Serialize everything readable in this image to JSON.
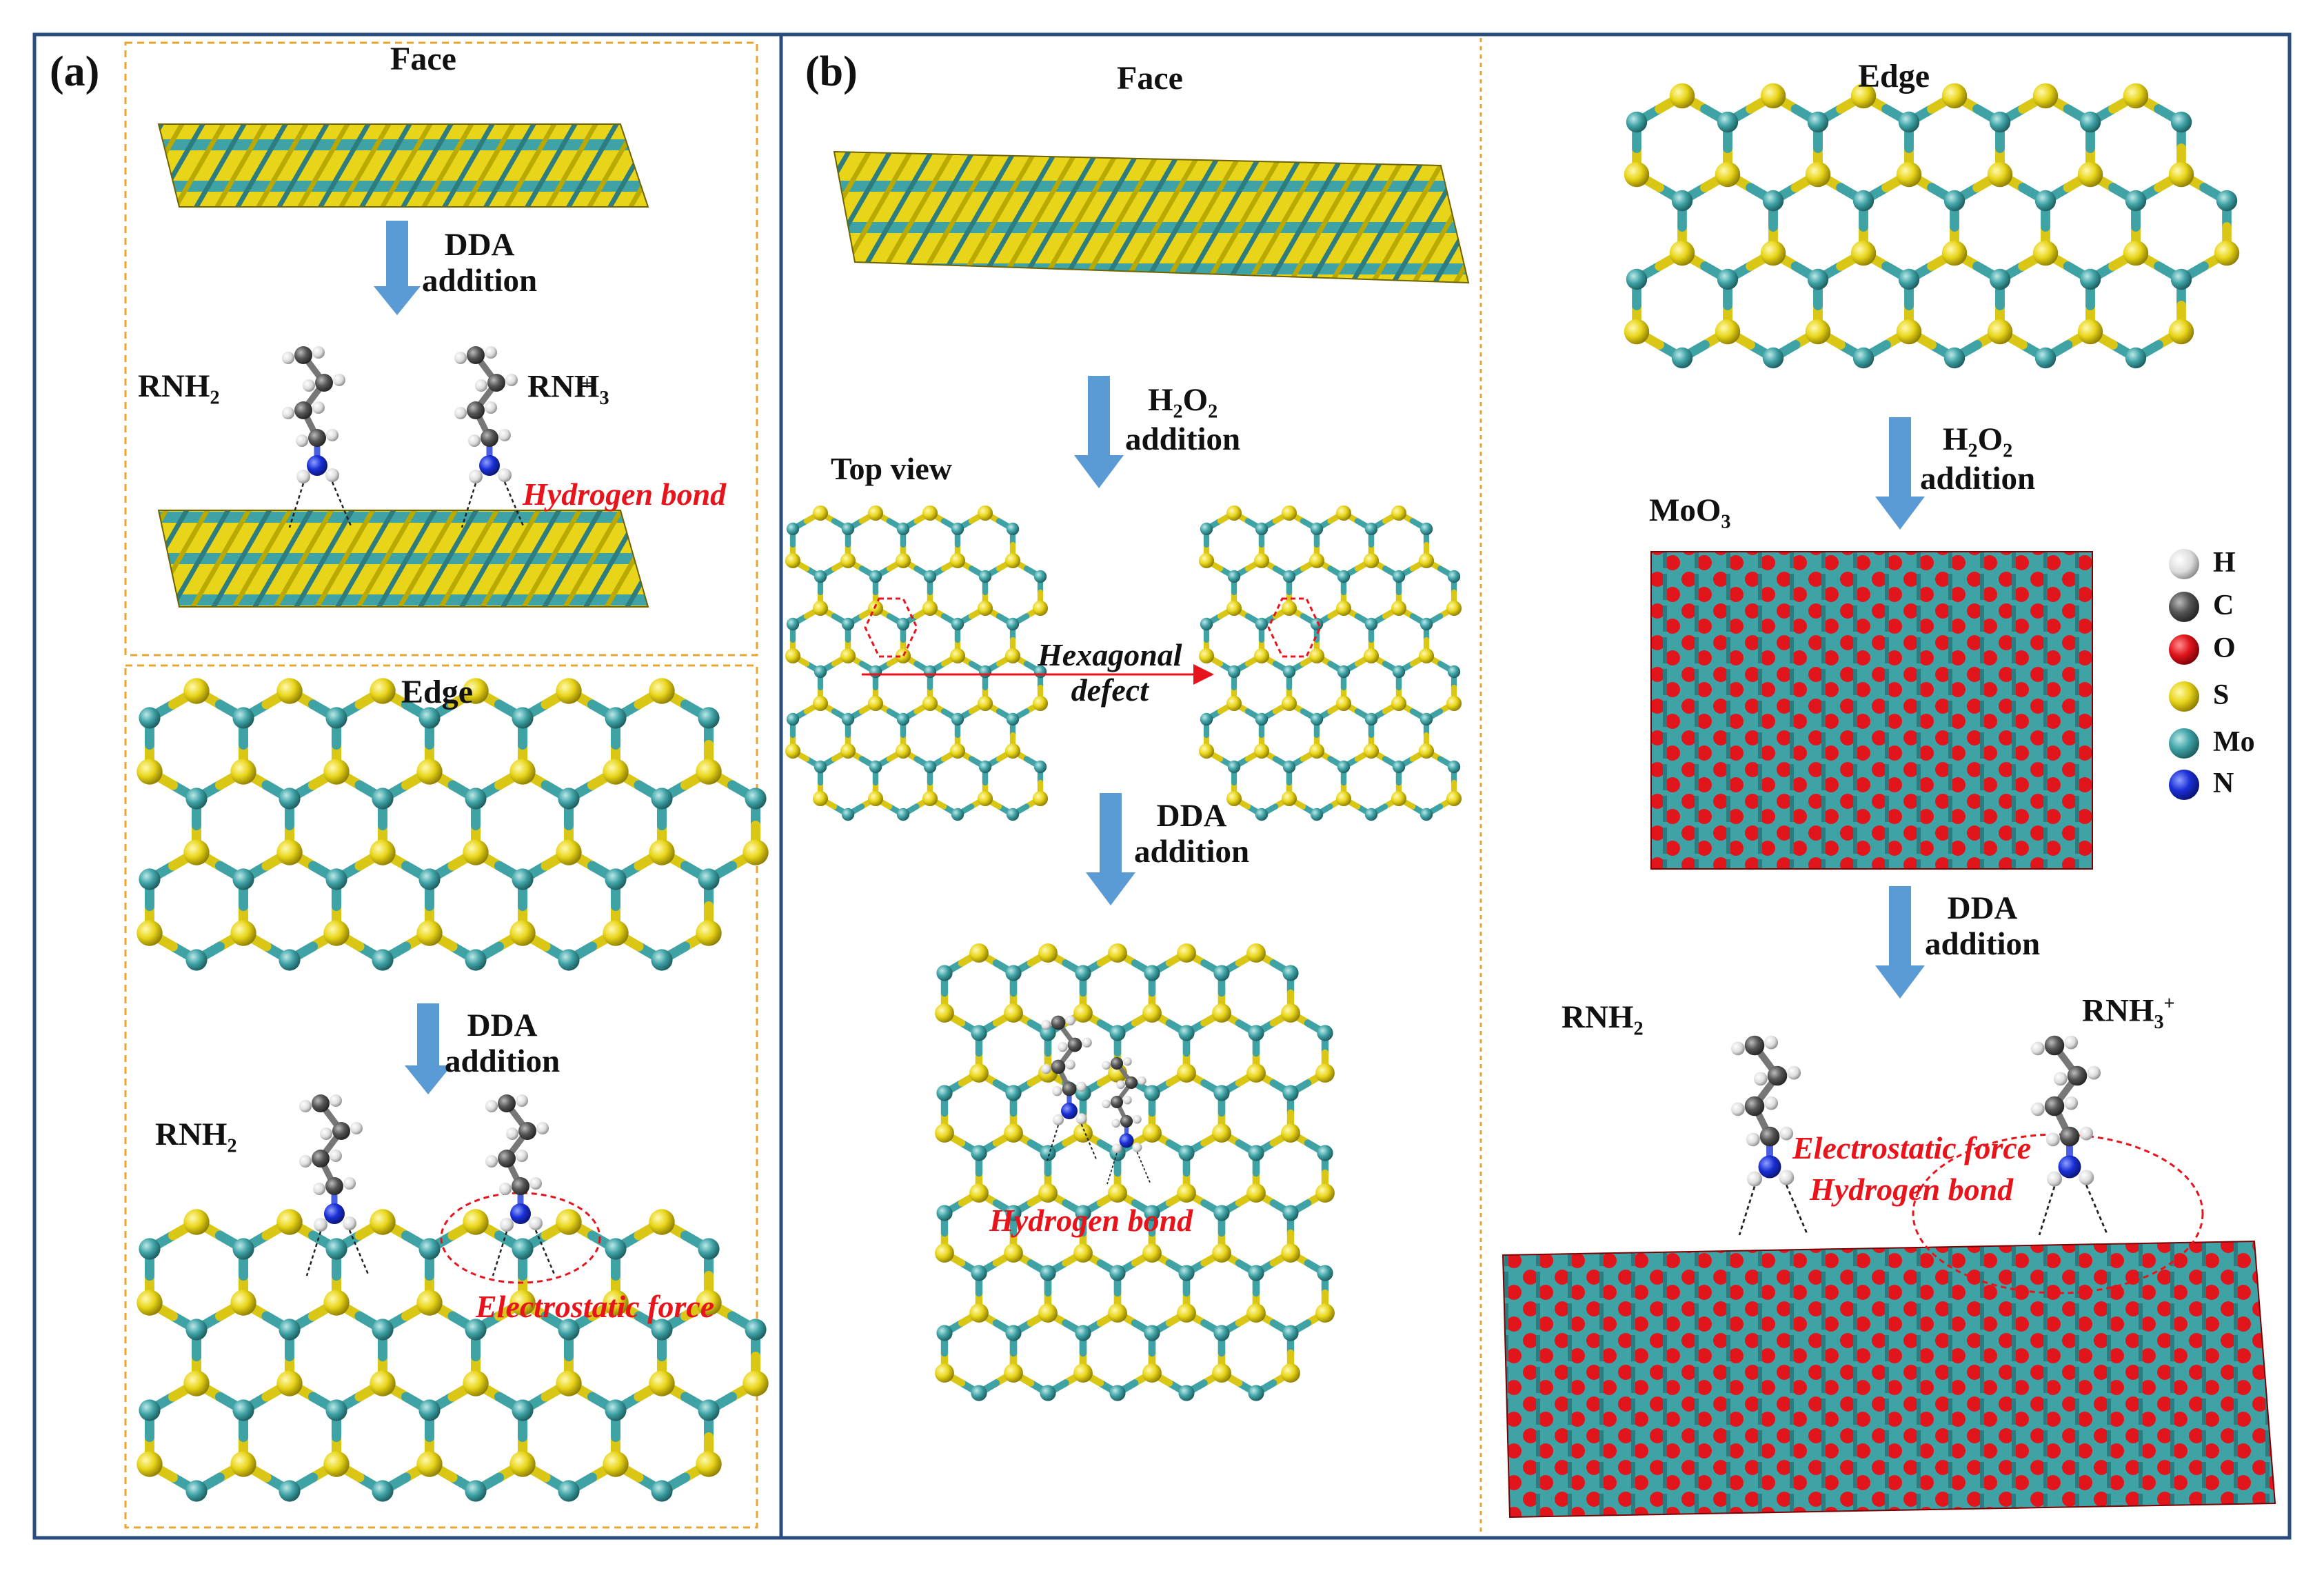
{
  "panels": {
    "a": "(a)",
    "b": "(b)"
  },
  "panel_a": {
    "face_title": "Face",
    "step1": {
      "line1": "DDA",
      "line2": "addition"
    },
    "rnh2": "RNH",
    "rnh3": "RNH",
    "hbond": "Hydrogen bond",
    "edge_title": "Edge",
    "step2": {
      "line1": "DDA",
      "line2": "addition"
    },
    "rnh2_edge": "RNH",
    "electrostatic": "Electrostatic force"
  },
  "panel_b_face": {
    "face_title": "Face",
    "step1": {
      "line1": "H",
      "line2": "addition"
    },
    "top_view": "Top view",
    "hexagonal": "Hexagonal",
    "defect": "defect",
    "step2": {
      "line1": "DDA",
      "line2": "addition"
    },
    "hbond": "Hydrogen bond"
  },
  "panel_b_edge": {
    "edge_title": "Edge",
    "step1": {
      "line1": "H",
      "line2": "addition"
    },
    "moo3": "MoO",
    "step2": {
      "line1": "DDA",
      "line2": "addition"
    },
    "rnh2": "RNH",
    "rnh3": "RNH",
    "electrostatic": "Electrostatic force",
    "hbond": "Hydrogen bond"
  },
  "legend": [
    {
      "symbol": "H",
      "color": "#e6e6e6"
    },
    {
      "symbol": "C",
      "color": "#555555"
    },
    {
      "symbol": "O",
      "color": "#e0161c"
    },
    {
      "symbol": "S",
      "color": "#e8d51a"
    },
    {
      "symbol": "Mo",
      "color": "#3fa3a6"
    },
    {
      "symbol": "N",
      "color": "#1a2fd6"
    }
  ],
  "colors": {
    "border": "#2b4c7e",
    "dashed": "#e8a630",
    "arrow": "#5b9bd5",
    "red": "#e8141c",
    "sulfur": "#e8d51a",
    "mo": "#3fa3a6",
    "oxygen": "#e0161c"
  }
}
